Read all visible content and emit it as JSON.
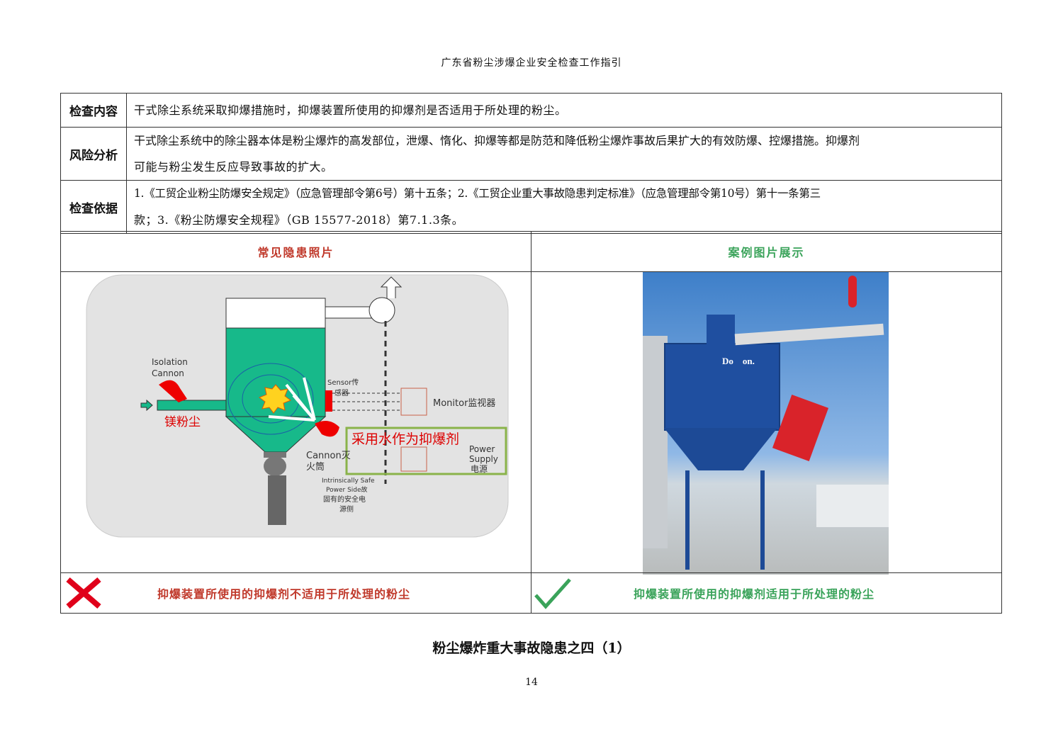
{
  "header": "广东省粉尘涉爆企业安全检查工作指引",
  "rows": [
    {
      "label": "检查内容",
      "lines": [
        "干式除尘系统采取抑爆措施时，抑爆装置所使用的抑爆剂是否适用于所处理的粉尘。"
      ]
    },
    {
      "label": "风险分析",
      "lines": [
        "干式除尘系统中的除尘器本体是粉尘爆炸的高发部位，泄爆、惰化、抑爆等都是防范和降低粉尘爆炸事故后果扩大的有效防爆、控爆措施。抑爆剂",
        "可能与粉尘发生反应导致事故的扩大。"
      ]
    },
    {
      "label": "检查依据",
      "lines": [
        "1.《工贸企业粉尘防爆安全规定》（应急管理部令第6号）第十五条；2.《工贸企业重大事故隐患判定标准》（应急管理部令第10号）第十一条第三",
        "款；3.《粉尘防爆安全规程》（GB 15577-2018）第7.1.3条。"
      ]
    }
  ],
  "left": {
    "title": "常见隐患照片",
    "caption": "抑爆装置所使用的抑爆剂不适用于所处理的粉尘",
    "color": "#c0392b",
    "diagram": {
      "isolation1": "Isolation",
      "isolation2": "Cannon",
      "dust": "镁粉尘",
      "sensor1": "Sensor传",
      "sensor2": "感器",
      "monitor": "Monitor监视器",
      "power1": "Power",
      "power2": "Supply",
      "power3": "电源",
      "cannon1": "Cannon灭",
      "cannon2": "火筒",
      "side1": "Intrinsically Safe",
      "side2": "Power Side故",
      "side3": "固有的安全电",
      "side4": "源侧",
      "overlay": "采用水作为抑爆剂"
    }
  },
  "right": {
    "title": "案例图片展示",
    "caption": "抑爆装置所使用的抑爆剂适用于所处理的粉尘",
    "color": "#3aa35a",
    "photo_text": "Do    on."
  },
  "footer_title": "粉尘爆炸重大事故隐患之四（1）",
  "page_number": "14"
}
